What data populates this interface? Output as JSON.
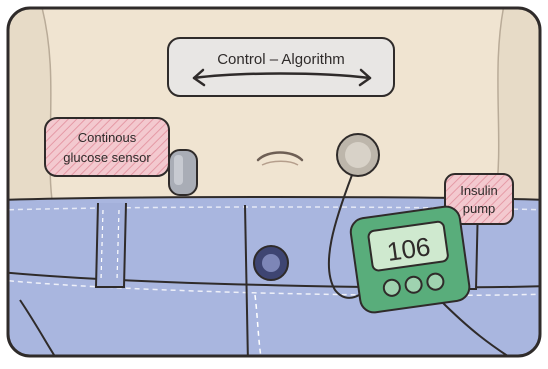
{
  "labels": {
    "control_algorithm": "Control – Algorithm",
    "cgm_line1": "Continous",
    "cgm_line2": "glucose sensor",
    "pump_line1": "Insulin",
    "pump_line2": "pump"
  },
  "pump": {
    "display_value": "106"
  },
  "colors": {
    "skin": "#efe3cf",
    "background": "#e7dbc7",
    "denim": "#a9b6df",
    "denim_dark": "#8e9bc8",
    "pump_green": "#59ad7b",
    "screen_green": "#cfe9cf",
    "label_pink": "#f3c9cf",
    "outline": "#2f2b2a"
  },
  "icons": {
    "cgm": "glucose-sensor-icon",
    "infusion": "infusion-site-icon",
    "pump": "insulin-pump-icon",
    "arrow": "double-arrow-icon"
  }
}
